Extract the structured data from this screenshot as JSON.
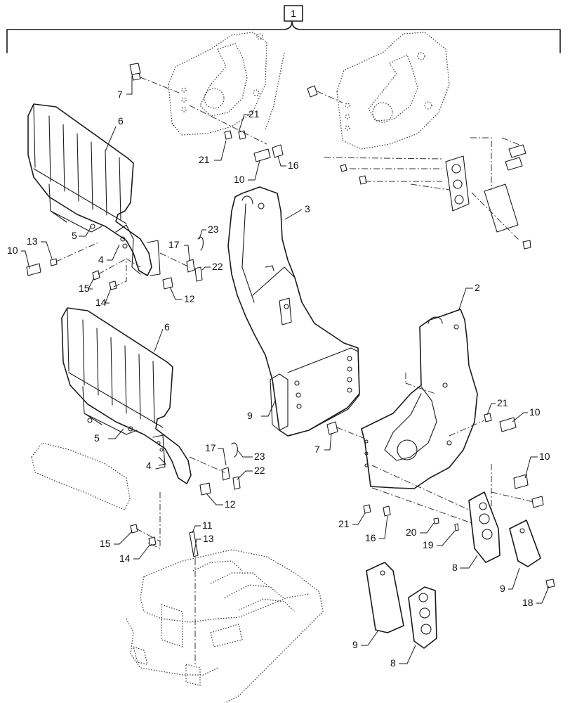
{
  "assembly_callout": "1",
  "callouts": [
    {
      "id": "c-7a",
      "text": "7"
    },
    {
      "id": "c-6a",
      "text": "6"
    },
    {
      "id": "c-21a",
      "text": "21"
    },
    {
      "id": "c-21b",
      "text": "21"
    },
    {
      "id": "c-10a",
      "text": "10"
    },
    {
      "id": "c-16a",
      "text": "16"
    },
    {
      "id": "c-3",
      "text": "3"
    },
    {
      "id": "c-5a",
      "text": "5"
    },
    {
      "id": "c-13a",
      "text": "13"
    },
    {
      "id": "c-10b",
      "text": "10"
    },
    {
      "id": "c-4a",
      "text": "4"
    },
    {
      "id": "c-17a",
      "text": "17"
    },
    {
      "id": "c-23a",
      "text": "23"
    },
    {
      "id": "c-22a",
      "text": "22"
    },
    {
      "id": "c-15a",
      "text": "15"
    },
    {
      "id": "c-14a",
      "text": "14"
    },
    {
      "id": "c-12a",
      "text": "12"
    },
    {
      "id": "c-2",
      "text": "2"
    },
    {
      "id": "c-6b",
      "text": "6"
    },
    {
      "id": "c-9a",
      "text": "9"
    },
    {
      "id": "c-21c",
      "text": "21"
    },
    {
      "id": "c-10c",
      "text": "10"
    },
    {
      "id": "c-5b",
      "text": "5"
    },
    {
      "id": "c-7b",
      "text": "7"
    },
    {
      "id": "c-4b",
      "text": "4"
    },
    {
      "id": "c-17b",
      "text": "17"
    },
    {
      "id": "c-23b",
      "text": "23"
    },
    {
      "id": "c-10d",
      "text": "10"
    },
    {
      "id": "c-22b",
      "text": "22"
    },
    {
      "id": "c-12b",
      "text": "12"
    },
    {
      "id": "c-21d",
      "text": "21"
    },
    {
      "id": "c-16b",
      "text": "16"
    },
    {
      "id": "c-20",
      "text": "20"
    },
    {
      "id": "c-11",
      "text": "11"
    },
    {
      "id": "c-13b",
      "text": "13"
    },
    {
      "id": "c-15b",
      "text": "15"
    },
    {
      "id": "c-14b",
      "text": "14"
    },
    {
      "id": "c-19",
      "text": "19"
    },
    {
      "id": "c-8a",
      "text": "8"
    },
    {
      "id": "c-9b",
      "text": "9"
    },
    {
      "id": "c-18",
      "text": "18"
    },
    {
      "id": "c-9c",
      "text": "9"
    },
    {
      "id": "c-8b",
      "text": "8"
    }
  ]
}
